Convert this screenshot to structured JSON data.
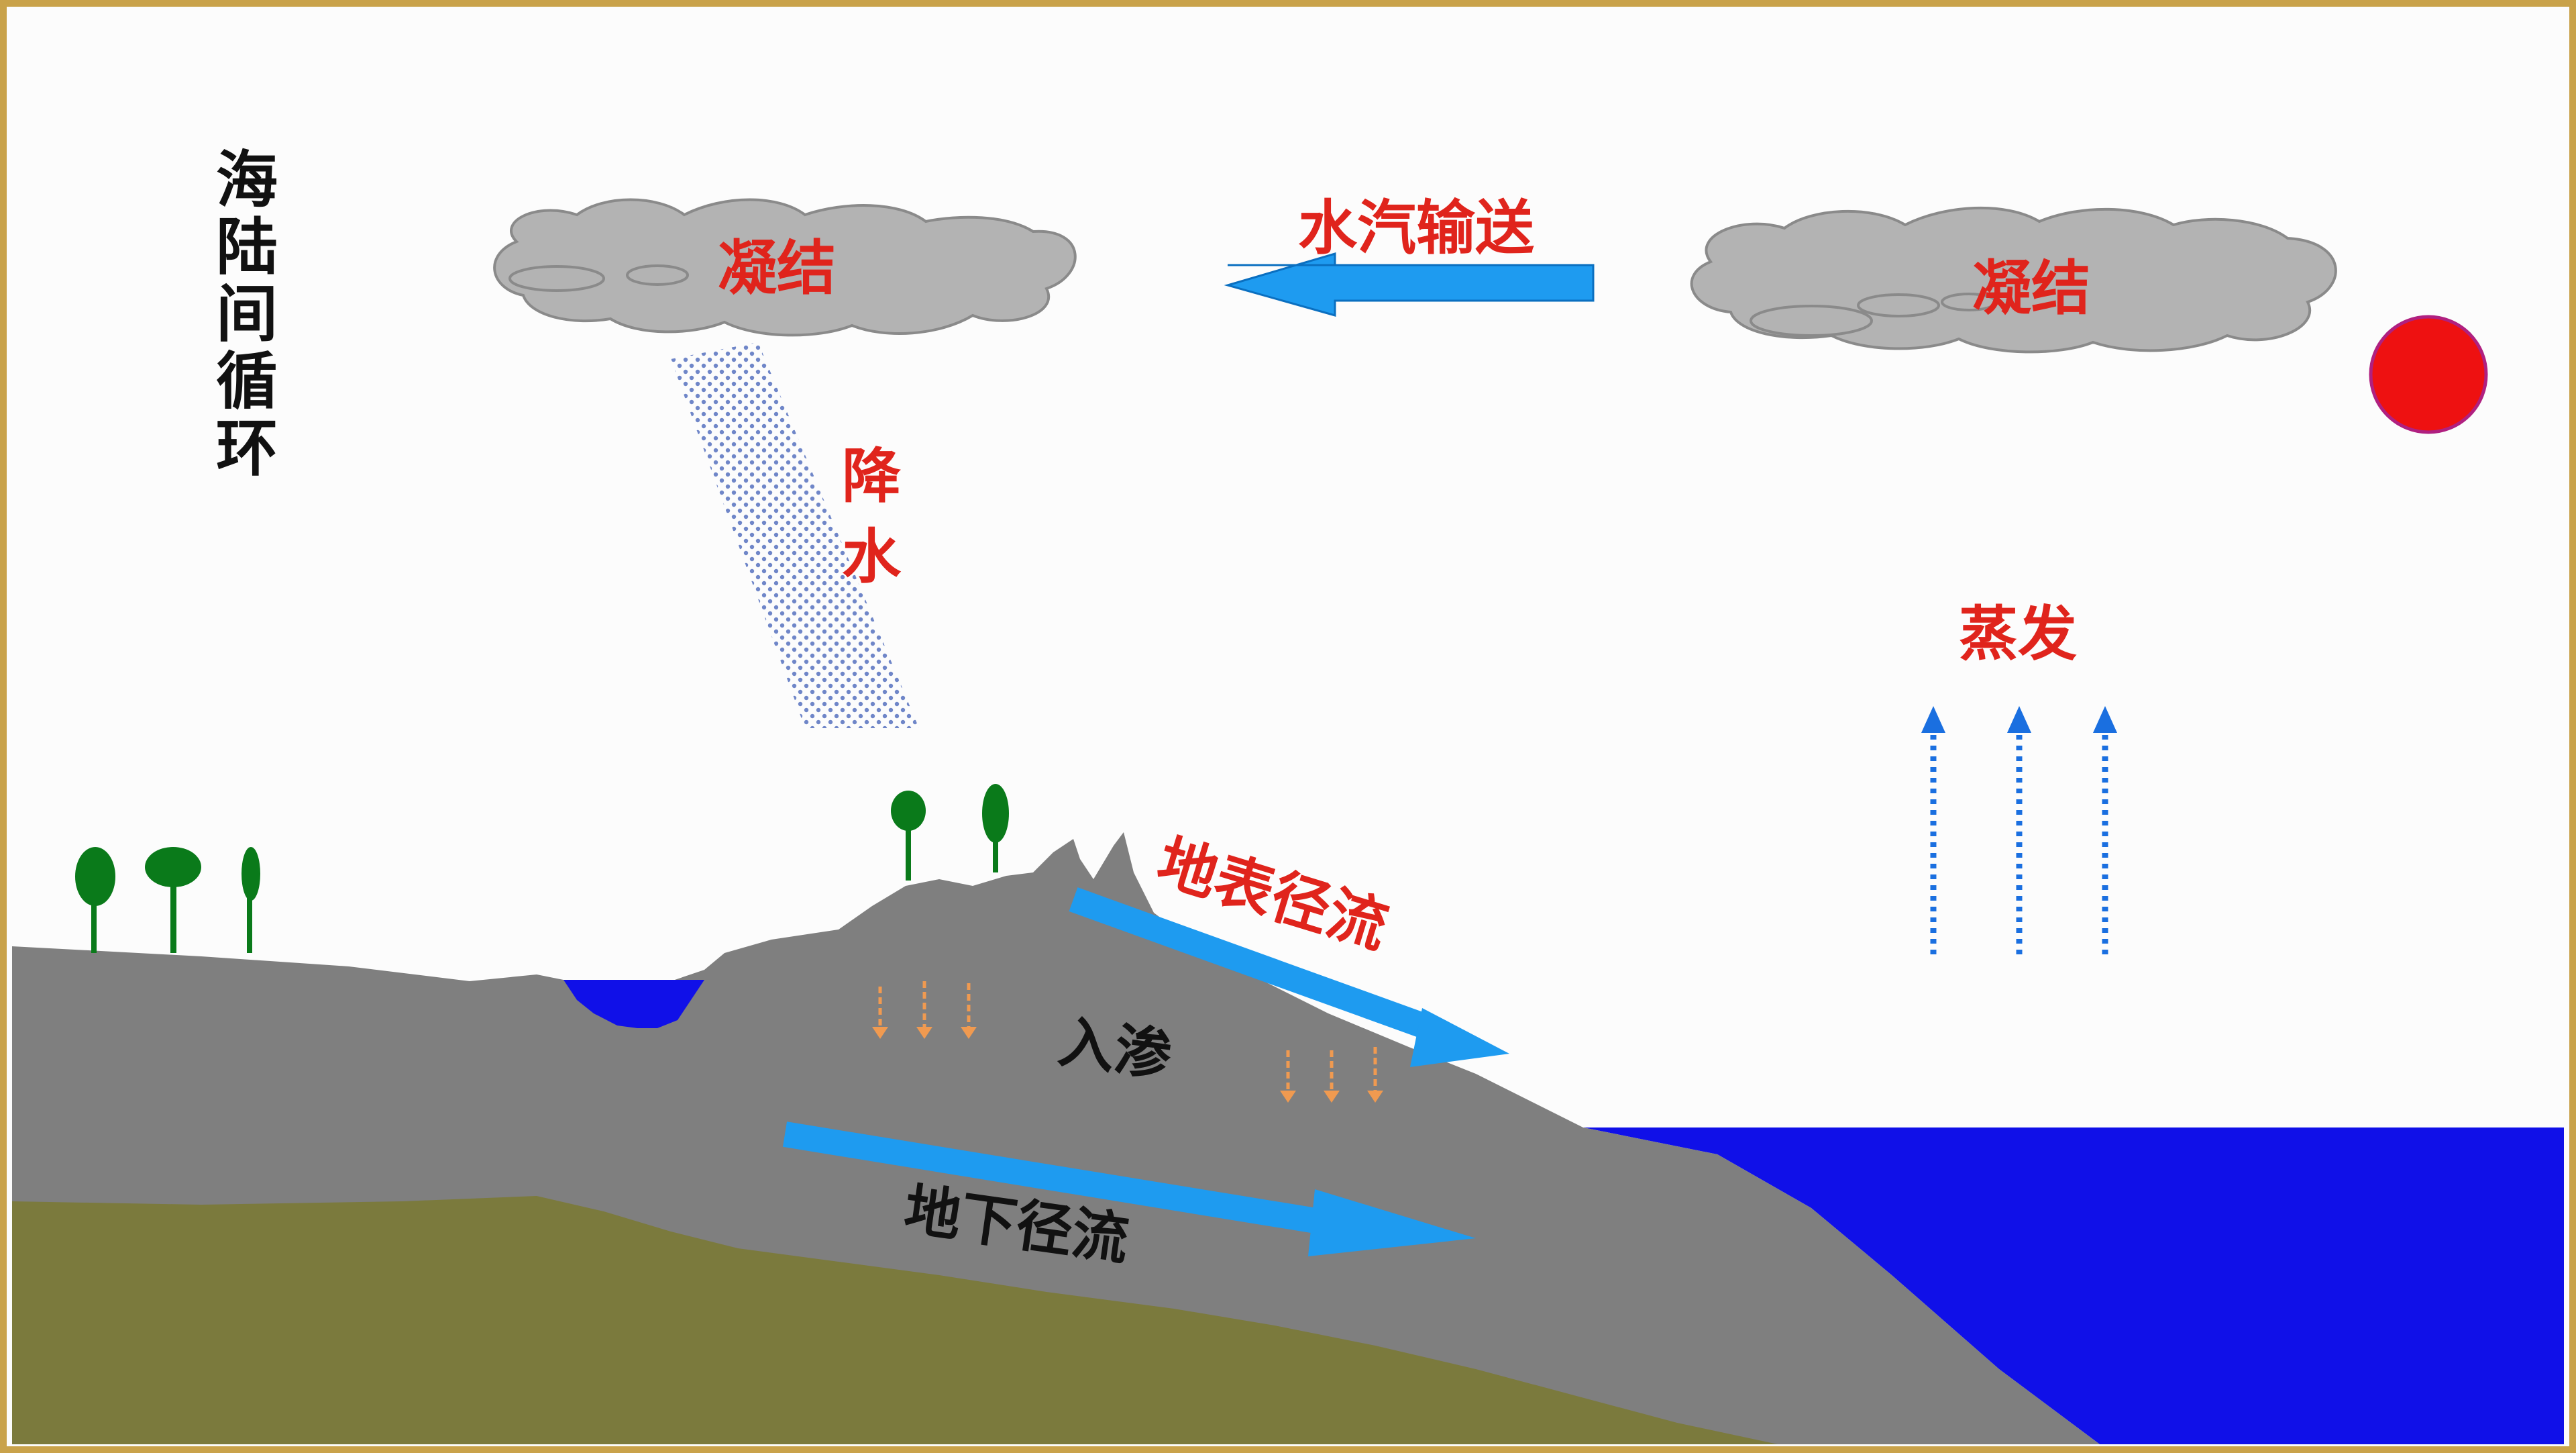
{
  "title_vertical": [
    "海",
    "陆",
    "间",
    "循",
    "环"
  ],
  "labels": {
    "condensation_left": "凝结",
    "condensation_right": "凝结",
    "vapor_transport": "水汽输送",
    "precipitation": [
      "降",
      "水"
    ],
    "evaporation": "蒸发",
    "surface_runoff": "地表径流",
    "infiltration": "入渗",
    "groundwater_runoff": "地下径流"
  },
  "colors": {
    "frame": "#c9a24a",
    "sky": "#fcfcfc",
    "label_red": "#e0241c",
    "label_black": "#111111",
    "ground_gray": "#7f7f7f",
    "bedrock_olive": "#7b7a3d",
    "ocean_blue": "#1010e8",
    "arrow_blue": "#1e9bf0",
    "sun_red": "#ee1111",
    "cloud_gray": "#b3b3b3",
    "tree_green": "#0a7a1a",
    "infiltration_orange": "#f09a50",
    "rain_blue": "#6f86c8",
    "evaporation_blue": "#1a6fe0"
  },
  "icons": [
    "cloud-icon",
    "sun-icon",
    "tree-icon",
    "rain-icon",
    "arrow-icon"
  ]
}
